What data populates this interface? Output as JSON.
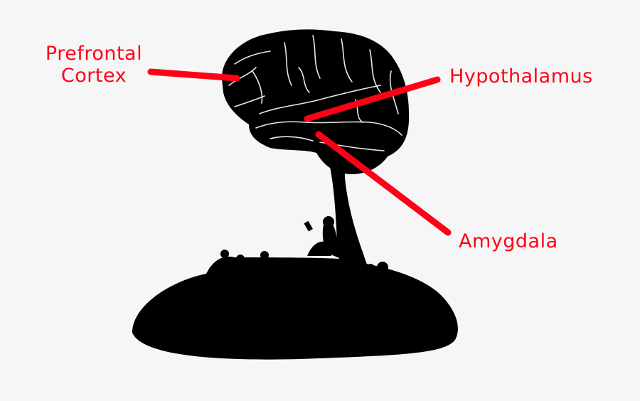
{
  "diagram": {
    "title": "",
    "background_color": "#f6f6f6",
    "accent_color": "#ff0016",
    "silhouette_color": "#000000",
    "illustration": "brain-tree-with-reading-girl-silhouette",
    "labels": [
      {
        "id": "prefrontal-cortex",
        "line1": "Prefrontal",
        "line2": "Cortex"
      },
      {
        "id": "hypothalamus",
        "text": "Hypothalamus"
      },
      {
        "id": "amygdala",
        "text": "Amygdala"
      }
    ]
  }
}
